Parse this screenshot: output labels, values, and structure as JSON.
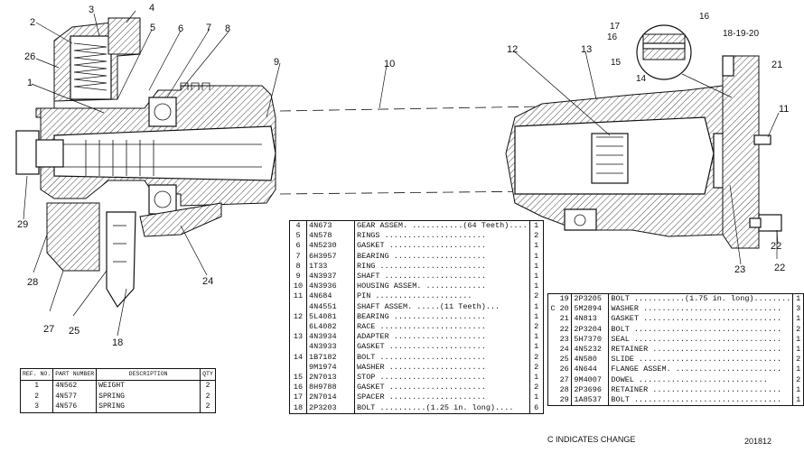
{
  "callouts": [
    "1",
    "2",
    "3",
    "4",
    "5",
    "6",
    "7",
    "8",
    "9",
    "10",
    "11",
    "12",
    "13",
    "14",
    "15",
    "16",
    "16",
    "17",
    "18",
    "18-19-20",
    "21",
    "22",
    "22",
    "23",
    "24",
    "25",
    "26",
    "27",
    "28",
    "29"
  ],
  "parts_table_left": {
    "headers": {
      "ref": "REF. NO.",
      "part": "PART NUMBER",
      "desc": "DESCRIPTION",
      "qty": "QTY"
    },
    "rows": [
      {
        "ref": "1",
        "part": "4N562",
        "desc": "WEIGHT",
        "qty": "2"
      },
      {
        "ref": "2",
        "part": "4N577",
        "desc": "SPRING",
        "qty": "2"
      },
      {
        "ref": "3",
        "part": "4N576",
        "desc": "SPRING",
        "qty": "2"
      }
    ]
  },
  "parts_table_middle": {
    "rows": [
      {
        "ref": "4",
        "part": "4N673",
        "desc": "GEAR ASSEM. ...........(64 Teeth)....",
        "qty": "1"
      },
      {
        "ref": "5",
        "part": "4N578",
        "desc": "RINGS ......................",
        "qty": "2"
      },
      {
        "ref": "6",
        "part": "4N5230",
        "desc": "GASKET .....................",
        "qty": "1"
      },
      {
        "ref": "7",
        "part": "6H3957",
        "desc": "BEARING ....................",
        "qty": "1"
      },
      {
        "ref": "8",
        "part": "1T33",
        "desc": "RING .......................",
        "qty": "1"
      },
      {
        "ref": "9",
        "part": "4N3937",
        "desc": "SHAFT ......................",
        "qty": "1"
      },
      {
        "ref": "10",
        "part": "4N3936",
        "desc": "HOUSING ASSEM. .............",
        "qty": "1"
      },
      {
        "ref": "11",
        "part": "4N684",
        "desc": "   PIN .....................",
        "qty": "2"
      },
      {
        "ref": "",
        "part": "4N4551",
        "desc": "SHAFT ASSEM. .....(11 Teeth)...",
        "qty": "1"
      },
      {
        "ref": "12",
        "part": "5L4081",
        "desc": "BEARING ....................",
        "qty": "1"
      },
      {
        "ref": "",
        "part": "6L4082",
        "desc": "RACE .......................",
        "qty": "2"
      },
      {
        "ref": "13",
        "part": "4N3934",
        "desc": "ADAPTER ....................",
        "qty": "1"
      },
      {
        "ref": "",
        "part": "4N3933",
        "desc": "GASKET .....................",
        "qty": "1"
      },
      {
        "ref": "14",
        "part": "1B7182",
        "desc": "BOLT .......................",
        "qty": "2"
      },
      {
        "ref": "",
        "part": "9M1974",
        "desc": "WASHER .....................",
        "qty": "2"
      },
      {
        "ref": "15",
        "part": "2N7013",
        "desc": "STOP .......................",
        "qty": "1"
      },
      {
        "ref": "16",
        "part": "8H9788",
        "desc": "GASKET .....................",
        "qty": "2"
      },
      {
        "ref": "17",
        "part": "2N7014",
        "desc": "SPACER .....................",
        "qty": "1"
      },
      {
        "ref": "18",
        "part": "2P3203",
        "desc": "BOLT ..........(1.25 in. long)....",
        "qty": "6"
      }
    ]
  },
  "parts_table_right": {
    "rows": [
      {
        "chg": "",
        "ref": "19",
        "part": "2P3205",
        "desc": "BOLT ...........(1.75 in. long)........",
        "qty": "1"
      },
      {
        "chg": "C",
        "ref": "20",
        "part": "5M2894",
        "desc": "WASHER ..............................",
        "qty": "3"
      },
      {
        "chg": "",
        "ref": "21",
        "part": "4N813",
        "desc": "GASKET ..............................",
        "qty": "1"
      },
      {
        "chg": "",
        "ref": "22",
        "part": "2P3204",
        "desc": "BOLT ................................",
        "qty": "2"
      },
      {
        "chg": "",
        "ref": "23",
        "part": "5H7370",
        "desc": "SEAL ................................",
        "qty": "1"
      },
      {
        "chg": "",
        "ref": "24",
        "part": "4N5232",
        "desc": "RETAINER ............................",
        "qty": "1"
      },
      {
        "chg": "",
        "ref": "25",
        "part": "4N580",
        "desc": "SLIDE ...............................",
        "qty": "2"
      },
      {
        "chg": "",
        "ref": "26",
        "part": "4N644",
        "desc": "FLANGE ASSEM. .......................",
        "qty": "1"
      },
      {
        "chg": "",
        "ref": "27",
        "part": "9M4007",
        "desc": "   DOWEL ............................",
        "qty": "2"
      },
      {
        "chg": "",
        "ref": "28",
        "part": "2P3696",
        "desc": "RETAINER ............................",
        "qty": "1"
      },
      {
        "chg": "",
        "ref": "29",
        "part": "1A8537",
        "desc": "BOLT ................................",
        "qty": "1"
      }
    ]
  },
  "legend_note": "C INDICATES CHANGE",
  "drawing_number": "201812"
}
